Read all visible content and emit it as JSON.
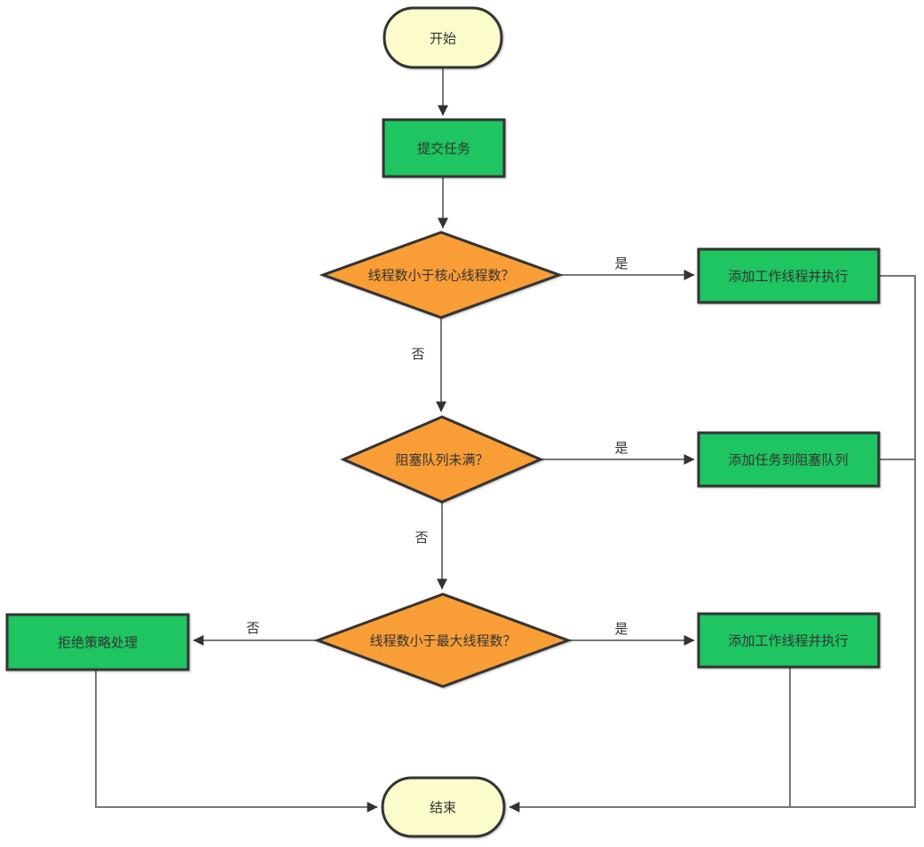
{
  "flowchart": {
    "nodes": {
      "start": {
        "label": "开始",
        "type": "terminator"
      },
      "submit_task": {
        "label": "提交任务",
        "type": "process"
      },
      "core_check": {
        "label": "线程数小于核心线程数？",
        "type": "decision"
      },
      "add_worker_top": {
        "label": "添加工作线程并执行",
        "type": "process"
      },
      "queue_check": {
        "label": "阻塞队列未满？",
        "type": "decision"
      },
      "add_task_queue": {
        "label": "添加任务到阻塞队列",
        "type": "process"
      },
      "max_check": {
        "label": "线程数小于最大线程数？",
        "type": "decision"
      },
      "reject_policy": {
        "label": "拒绝策略处理",
        "type": "process"
      },
      "add_worker_bottom": {
        "label": "添加工作线程并执行",
        "type": "process"
      },
      "end": {
        "label": "结束",
        "type": "terminator"
      }
    },
    "edge_labels": {
      "yes": "是",
      "no": "否"
    },
    "colors": {
      "terminator_fill": "#FBFBCB",
      "process_fill": "#1EC560",
      "decision_fill": "#F99D36",
      "shape_border": "#333333",
      "connector": "#777777",
      "arrowhead": "#333333",
      "label_text": "#333333"
    }
  }
}
